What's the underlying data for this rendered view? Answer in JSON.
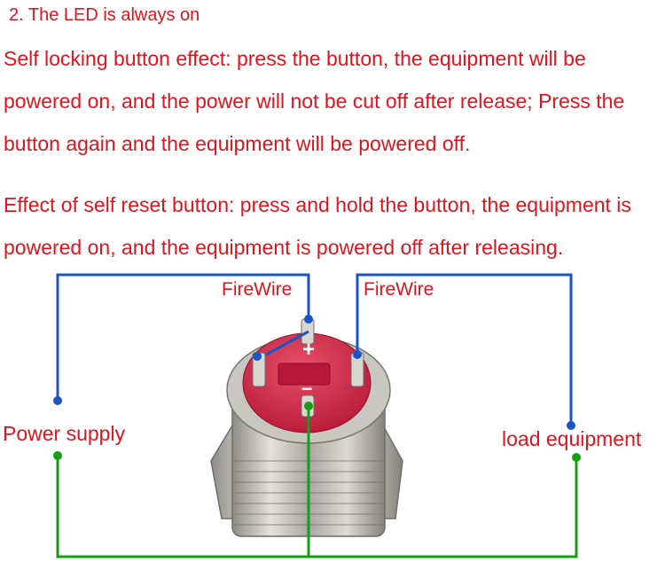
{
  "heading": "2. The LED is always on",
  "paragraph_self_locking": [
    "Self locking button effect: press the button, the equipment will be",
    "powered on, and the power will not be cut off after release; Press the",
    "button again and the equipment will be powered off."
  ],
  "paragraph_self_reset": [
    "Effect of self reset button: press and hold the button, the equipment is",
    "powered on, and the equipment is powered off after releasing."
  ],
  "labels": {
    "firewire_left": "FireWire",
    "firewire_right": "FireWire",
    "power_supply": "Power supply",
    "load_equipment": "load equipment"
  },
  "button_symbols": {
    "plus": "+",
    "minus": "−"
  },
  "colors": {
    "text": "#e0141e",
    "blue_wire": "#1a55c8",
    "green_wire": "#12a012",
    "button_cap": "#d12a4a",
    "metal": "#b8b6b0"
  }
}
